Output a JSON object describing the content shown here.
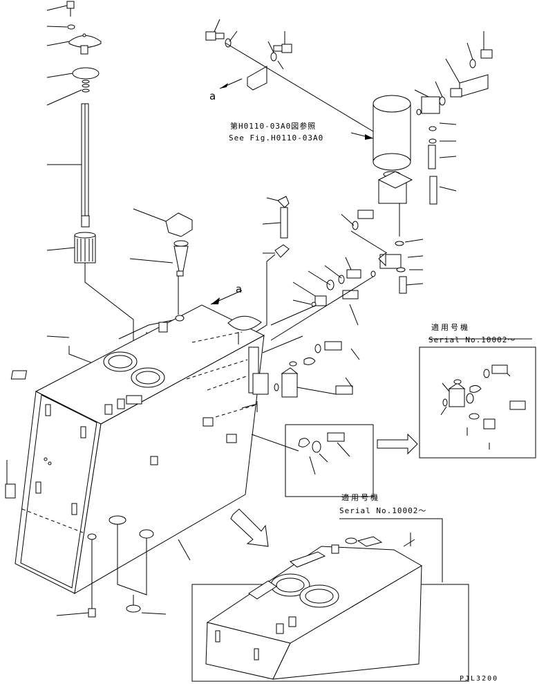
{
  "diagram": {
    "reference_jp": "第H0110-03A0図参照",
    "reference_en": "See Fig.H0110-03A0",
    "view_label_1": "a",
    "view_label_2": "a",
    "serial_box_1": {
      "title_jp": "適用号機",
      "title_en": "Serial No.10002〜"
    },
    "serial_box_2": {
      "title_jp": "適用号機",
      "title_en": "Serial No.10002〜"
    },
    "drawing_code": "PJL3200",
    "line_color": "#000000",
    "background_color": "#ffffff"
  }
}
